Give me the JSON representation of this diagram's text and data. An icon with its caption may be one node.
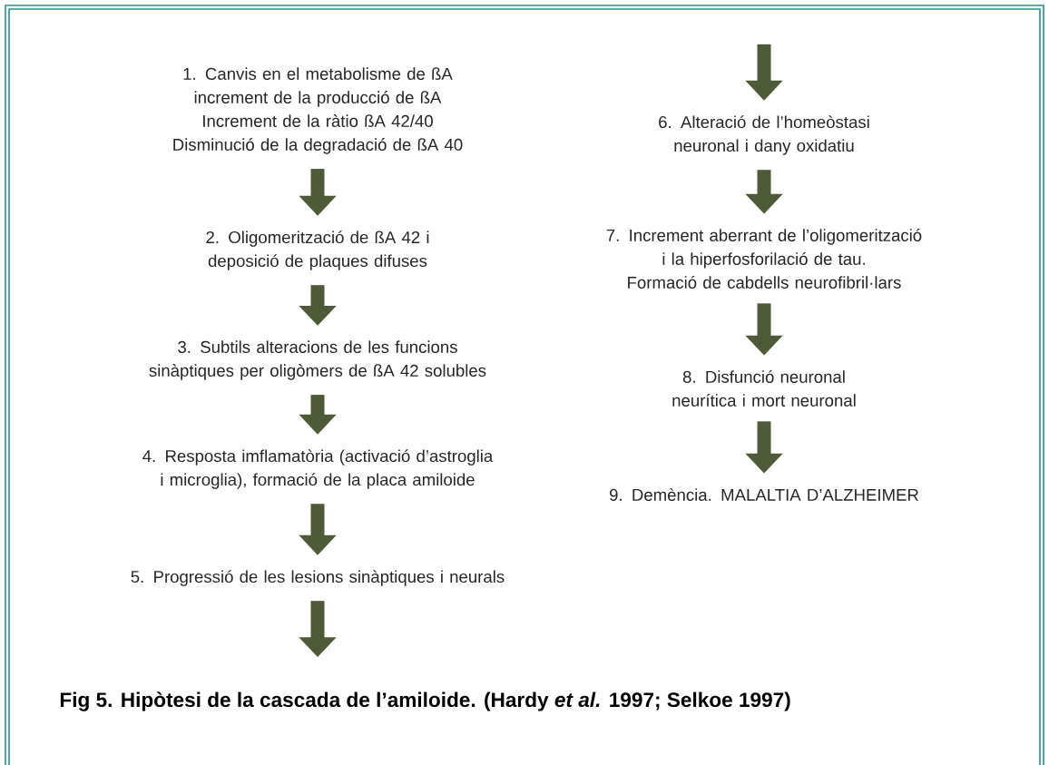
{
  "diagram": {
    "caption": "Fig 5. Hipòtesi de la cascada de l’amiloide. (Hardy *et al.* 1997; Selkoe 1997)",
    "nodes": [
      {
        "text": [
          "1. Canvis en el metabolisme de ßA",
          "increment de la producció de ßA",
          "Increment de la ràtio ßA 42/40",
          "Disminució de la degradació de ßA 40"
        ]
      },
      {
        "text": [
          "2. Oligomerització de ßA 42 i deposició de plaques difuses"
        ]
      },
      {
        "text": [
          "3. Subtils alteracions de les funcions sinàptiques per oligòmers de ßA 42 solubles"
        ]
      },
      {
        "text": [
          "4. Resposta imflamatòria (activació d’astroglia i microglia), formació de la placa amiloide"
        ]
      },
      {
        "text": [
          "5. Progressió de les lesions sinàptiques i neurals"
        ]
      },
      {
        "text": [
          "6. Alteració de l’homeòstasi neuronal i dany oxidatiu"
        ]
      },
      {
        "text": [
          "7. Increment aberrant de l’oligomerització i la hiperfosforilació de tau.",
          "Formació de cabdells neurofibril·lars"
        ]
      },
      {
        "text": [
          "8. Disfunció neuronal neurítica i mort neuronal"
        ]
      },
      {
        "text": [
          "9. Demència. MALALTIA D’ALZHEIMER"
        ]
      }
    ],
    "edges": [
      {
        "from": 0,
        "to": 1,
        "arrow": "to"
      },
      {
        "from": 1,
        "to": 2,
        "arrow": "to"
      },
      {
        "from": 2,
        "to": 3,
        "arrow": "to"
      },
      {
        "from": 3,
        "to": 4,
        "arrow": "to"
      },
      {
        "from": 4,
        "to": null,
        "arrow": "to"
      },
      {
        "from": null,
        "to": 5,
        "arrow": "to"
      },
      {
        "from": 5,
        "to": 6,
        "arrow": "to"
      },
      {
        "from": 6,
        "to": 7,
        "arrow": "to"
      },
      {
        "from": 7,
        "to": 8,
        "arrow": "to"
      }
    ]
  }
}
